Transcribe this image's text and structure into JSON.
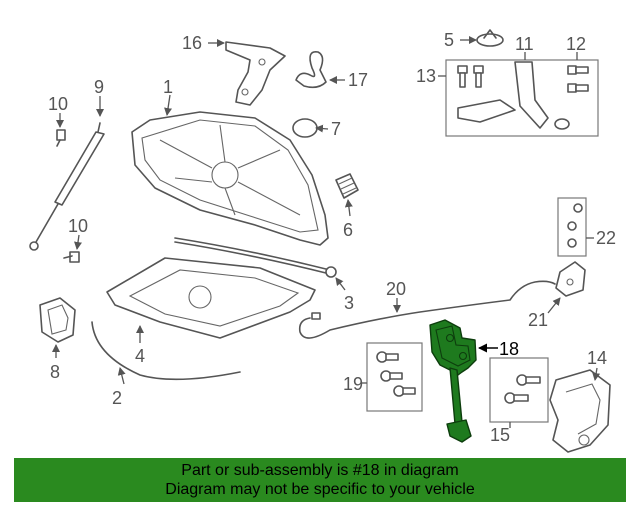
{
  "highlight_color": "#2a8a1f",
  "callouts": {
    "c1": "1",
    "c2": "2",
    "c3": "3",
    "c4": "4",
    "c5": "5",
    "c6": "6",
    "c7": "7",
    "c8": "8",
    "c9": "9",
    "c10a": "10",
    "c10b": "10",
    "c11": "11",
    "c12": "12",
    "c13": "13",
    "c14": "14",
    "c15": "15",
    "c16": "16",
    "c17": "17",
    "c18": "18",
    "c19": "19",
    "c20": "20",
    "c21": "21",
    "c22": "22"
  },
  "banner": {
    "line1": "Part or sub-assembly is #18 in diagram",
    "line2": "Diagram may not be specific to your vehicle"
  }
}
